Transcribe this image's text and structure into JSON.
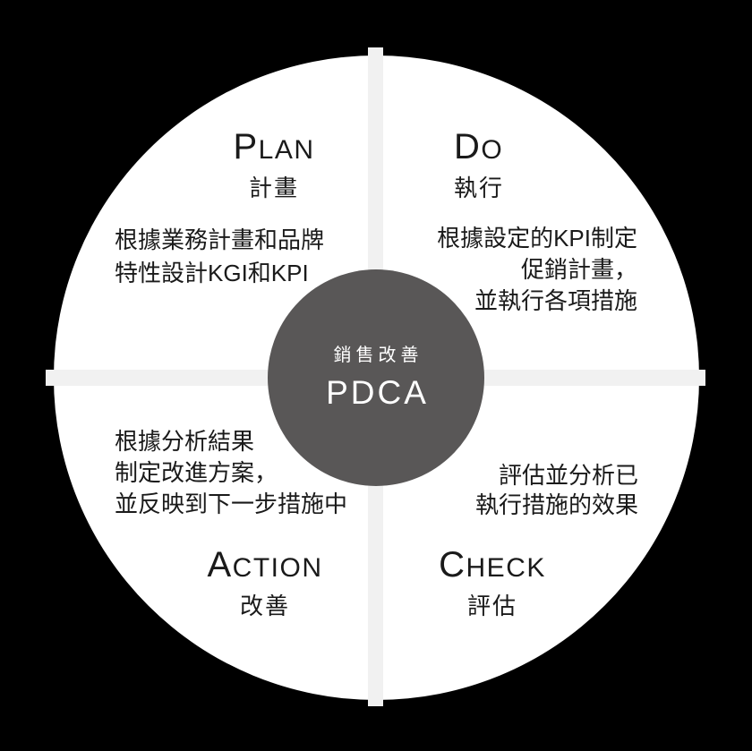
{
  "diagram": {
    "name": "PDCA cycle",
    "center": {
      "label": "銷售改善",
      "title": "PDCA"
    },
    "quadrants": {
      "plan": {
        "title": "Plan",
        "subtitle": "計畫",
        "lines": [
          "根據業務計畫和品牌",
          "特性設計KGI和KPI"
        ]
      },
      "do": {
        "title": "Do",
        "subtitle": "執行",
        "lines": [
          "根據設定的KPI制定",
          "促銷計畫，",
          "並執行各項措施"
        ]
      },
      "check": {
        "title": "Check",
        "subtitle": "評估",
        "lines": [
          "評估並分析已",
          "執行措施的效果"
        ]
      },
      "action": {
        "title": "Action",
        "subtitle": "改善",
        "lines": [
          "根據分析結果",
          "制定改進方案，",
          "並反映到下一步措施中"
        ]
      }
    },
    "colors": {
      "background": "#000000",
      "disc": "#ffffff",
      "divider": "#f1f1f1",
      "hub": "#595757",
      "hub_text": "#ffffff",
      "text": "#1a1a1a"
    }
  }
}
